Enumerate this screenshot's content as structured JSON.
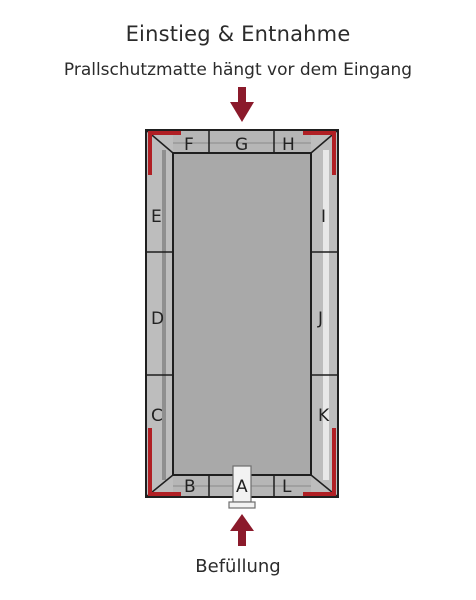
{
  "header": {
    "title": "Einstieg & Entnahme",
    "subtitle": "Prallschutzmatte hängt vor dem Eingang"
  },
  "footer": {
    "label": "Befüllung"
  },
  "zones": {
    "A": "A",
    "B": "B",
    "C": "C",
    "D": "D",
    "E": "E",
    "F": "F",
    "G": "G",
    "H": "H",
    "I": "I",
    "J": "J",
    "K": "K",
    "L": "L"
  },
  "colors": {
    "frame_red": "#b01f24",
    "arrow": "#8b1a2b",
    "mat_gray": "#a9a9a9",
    "border_gray": "#bdbdbd",
    "outline": "#1f1f1f"
  }
}
